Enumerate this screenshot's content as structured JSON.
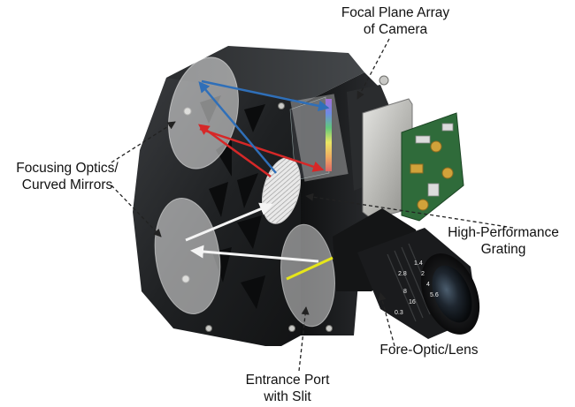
{
  "callouts": {
    "focal_plane": {
      "line1": "Focal Plane Array",
      "line2": "of Camera"
    },
    "focusing_optics": {
      "line1": "Focusing Optics/",
      "line2": "Curved Mirrors"
    },
    "grating": {
      "line1": "High-Performance",
      "line2": "Grating"
    },
    "fore_optic": {
      "line1": "Fore-Optic/Lens"
    },
    "entrance_port": {
      "line1": "Entrance Port",
      "line2": "with Slit"
    }
  },
  "lens_barrel_markings": [
    "1.4",
    "2",
    "4",
    "5.6",
    "8",
    "16",
    "2.8",
    "0.3"
  ],
  "colors": {
    "body": "#222426",
    "ray_blue": "#2f6fb8",
    "ray_red": "#d62828",
    "ray_white": "#f4f4f4",
    "slit": "#e6e619",
    "pcb": "#2f6b3a",
    "gold": "#d1a23a"
  },
  "icons": {
    "arrow": "dashed-leader-arrow"
  }
}
